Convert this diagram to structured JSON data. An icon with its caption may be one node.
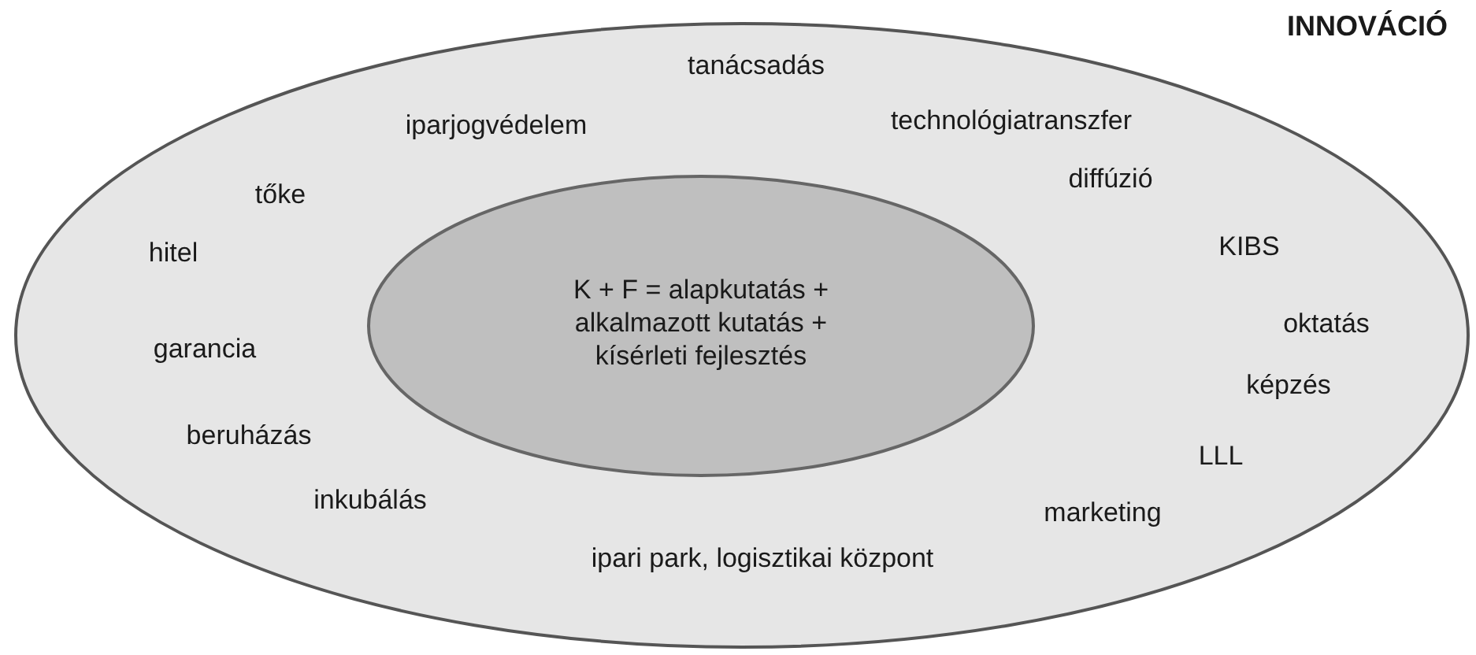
{
  "diagram": {
    "nodes": [
      {
        "text": [
          "INNOVÁCIÓ",
          "tanácsadás",
          "iparjogvédelem",
          "technológiatranszfer",
          "diffúzió",
          "tőke",
          "KIBS",
          "hitel",
          "oktatás",
          "garancia",
          "képzés",
          "beruházás",
          "LLL",
          "inkubálás",
          "marketing",
          "ipari park, logisztikai központ"
        ]
      },
      {
        "text": [
          "K + F = alapkutatás + alkalmazott kutatás + kísérleti fejlesztés"
        ],
        "in": 0
      }
    ],
    "edges": []
  }
}
